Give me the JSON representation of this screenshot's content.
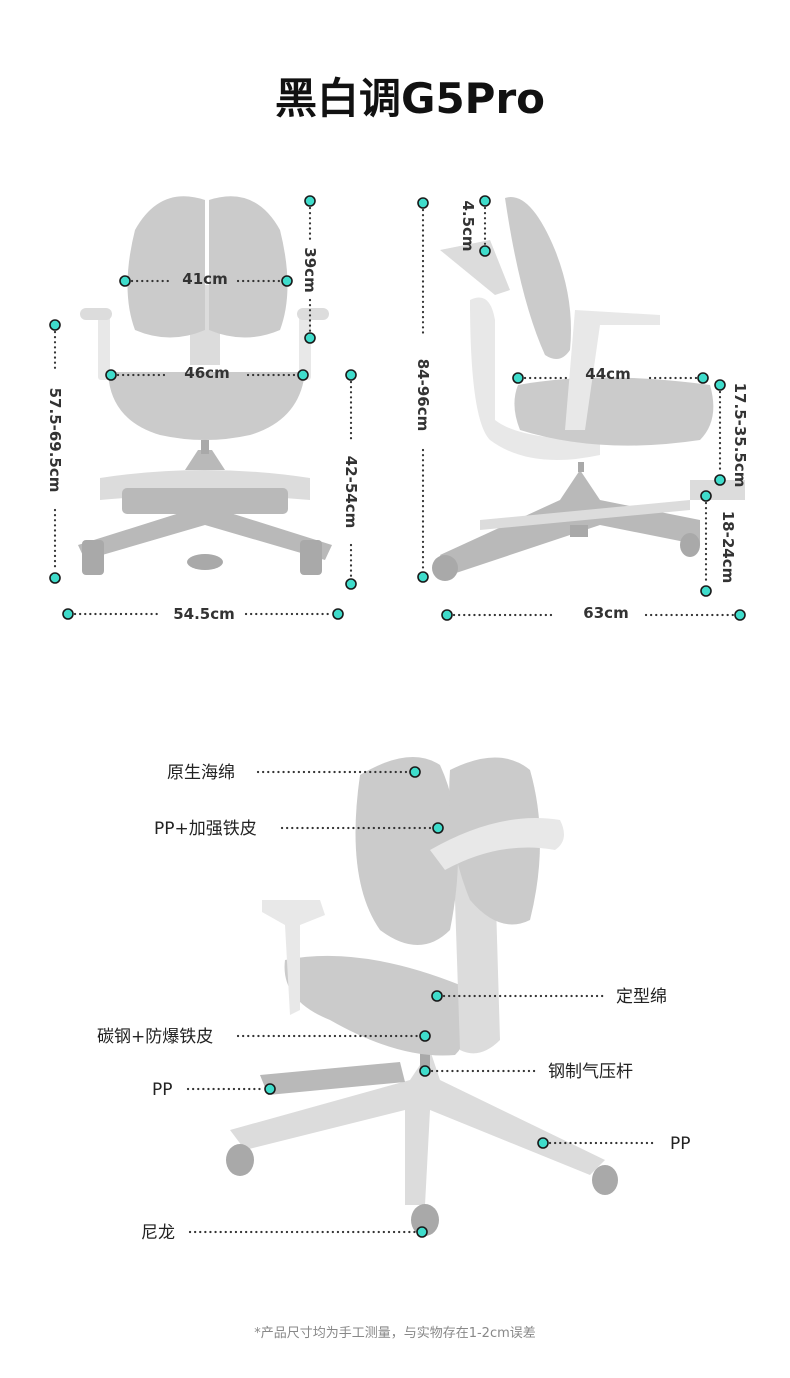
{
  "title": "黑白调G5Pro",
  "front_view": {
    "backrest_width": "41cm",
    "backrest_height": "39cm",
    "seat_width": "46cm",
    "armrest_height": "57.5-69.5cm",
    "seat_height": "42-54cm",
    "overall_width": "54.5cm"
  },
  "side_view": {
    "headrest_adjust": "4.5cm",
    "overall_height": "84-96cm",
    "seat_depth": "44cm",
    "footrest_height": "17.5-35.5cm",
    "footrest_depth": "18-24cm",
    "overall_depth": "63cm"
  },
  "materials": [
    {
      "label": "原生海绵"
    },
    {
      "label": "PP+加强铁皮"
    },
    {
      "label": "定型绵"
    },
    {
      "label": "碳钢+防爆铁皮"
    },
    {
      "label": "钢制气压杆"
    },
    {
      "label": "PP"
    },
    {
      "label": "PP"
    },
    {
      "label": "尼龙"
    }
  ],
  "footnote": "*产品尺寸均为手工测量，与实物存在1-2cm误差",
  "colors": {
    "marker": "#3fdccb",
    "chair": "#cbcbcb"
  }
}
